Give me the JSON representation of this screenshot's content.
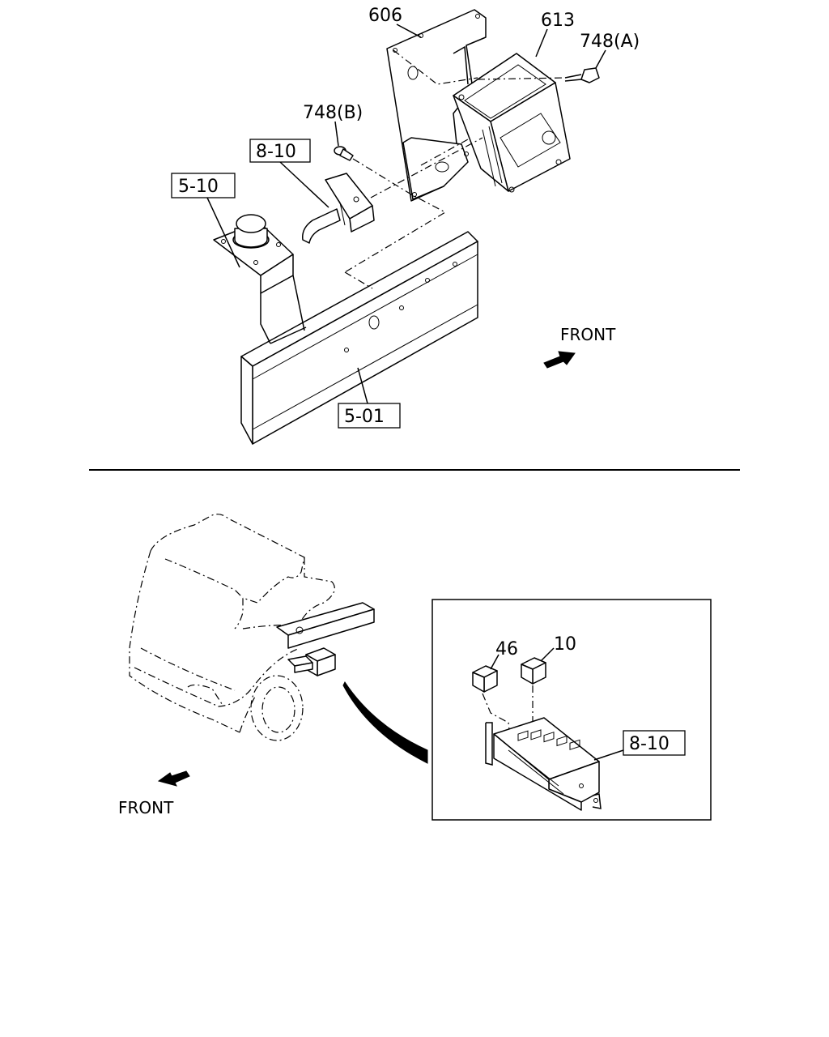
{
  "top": {
    "callouts": {
      "c606": "606",
      "c613": "613",
      "c748a": "748(A)",
      "c748b": "748(B)",
      "c810": "8-10",
      "c510": "5-10",
      "c501": "5-01"
    },
    "front_label": "FRONT"
  },
  "bottom": {
    "front_label": "FRONT",
    "inset": {
      "c46": "46",
      "c10": "10",
      "c810": "8-10"
    }
  }
}
